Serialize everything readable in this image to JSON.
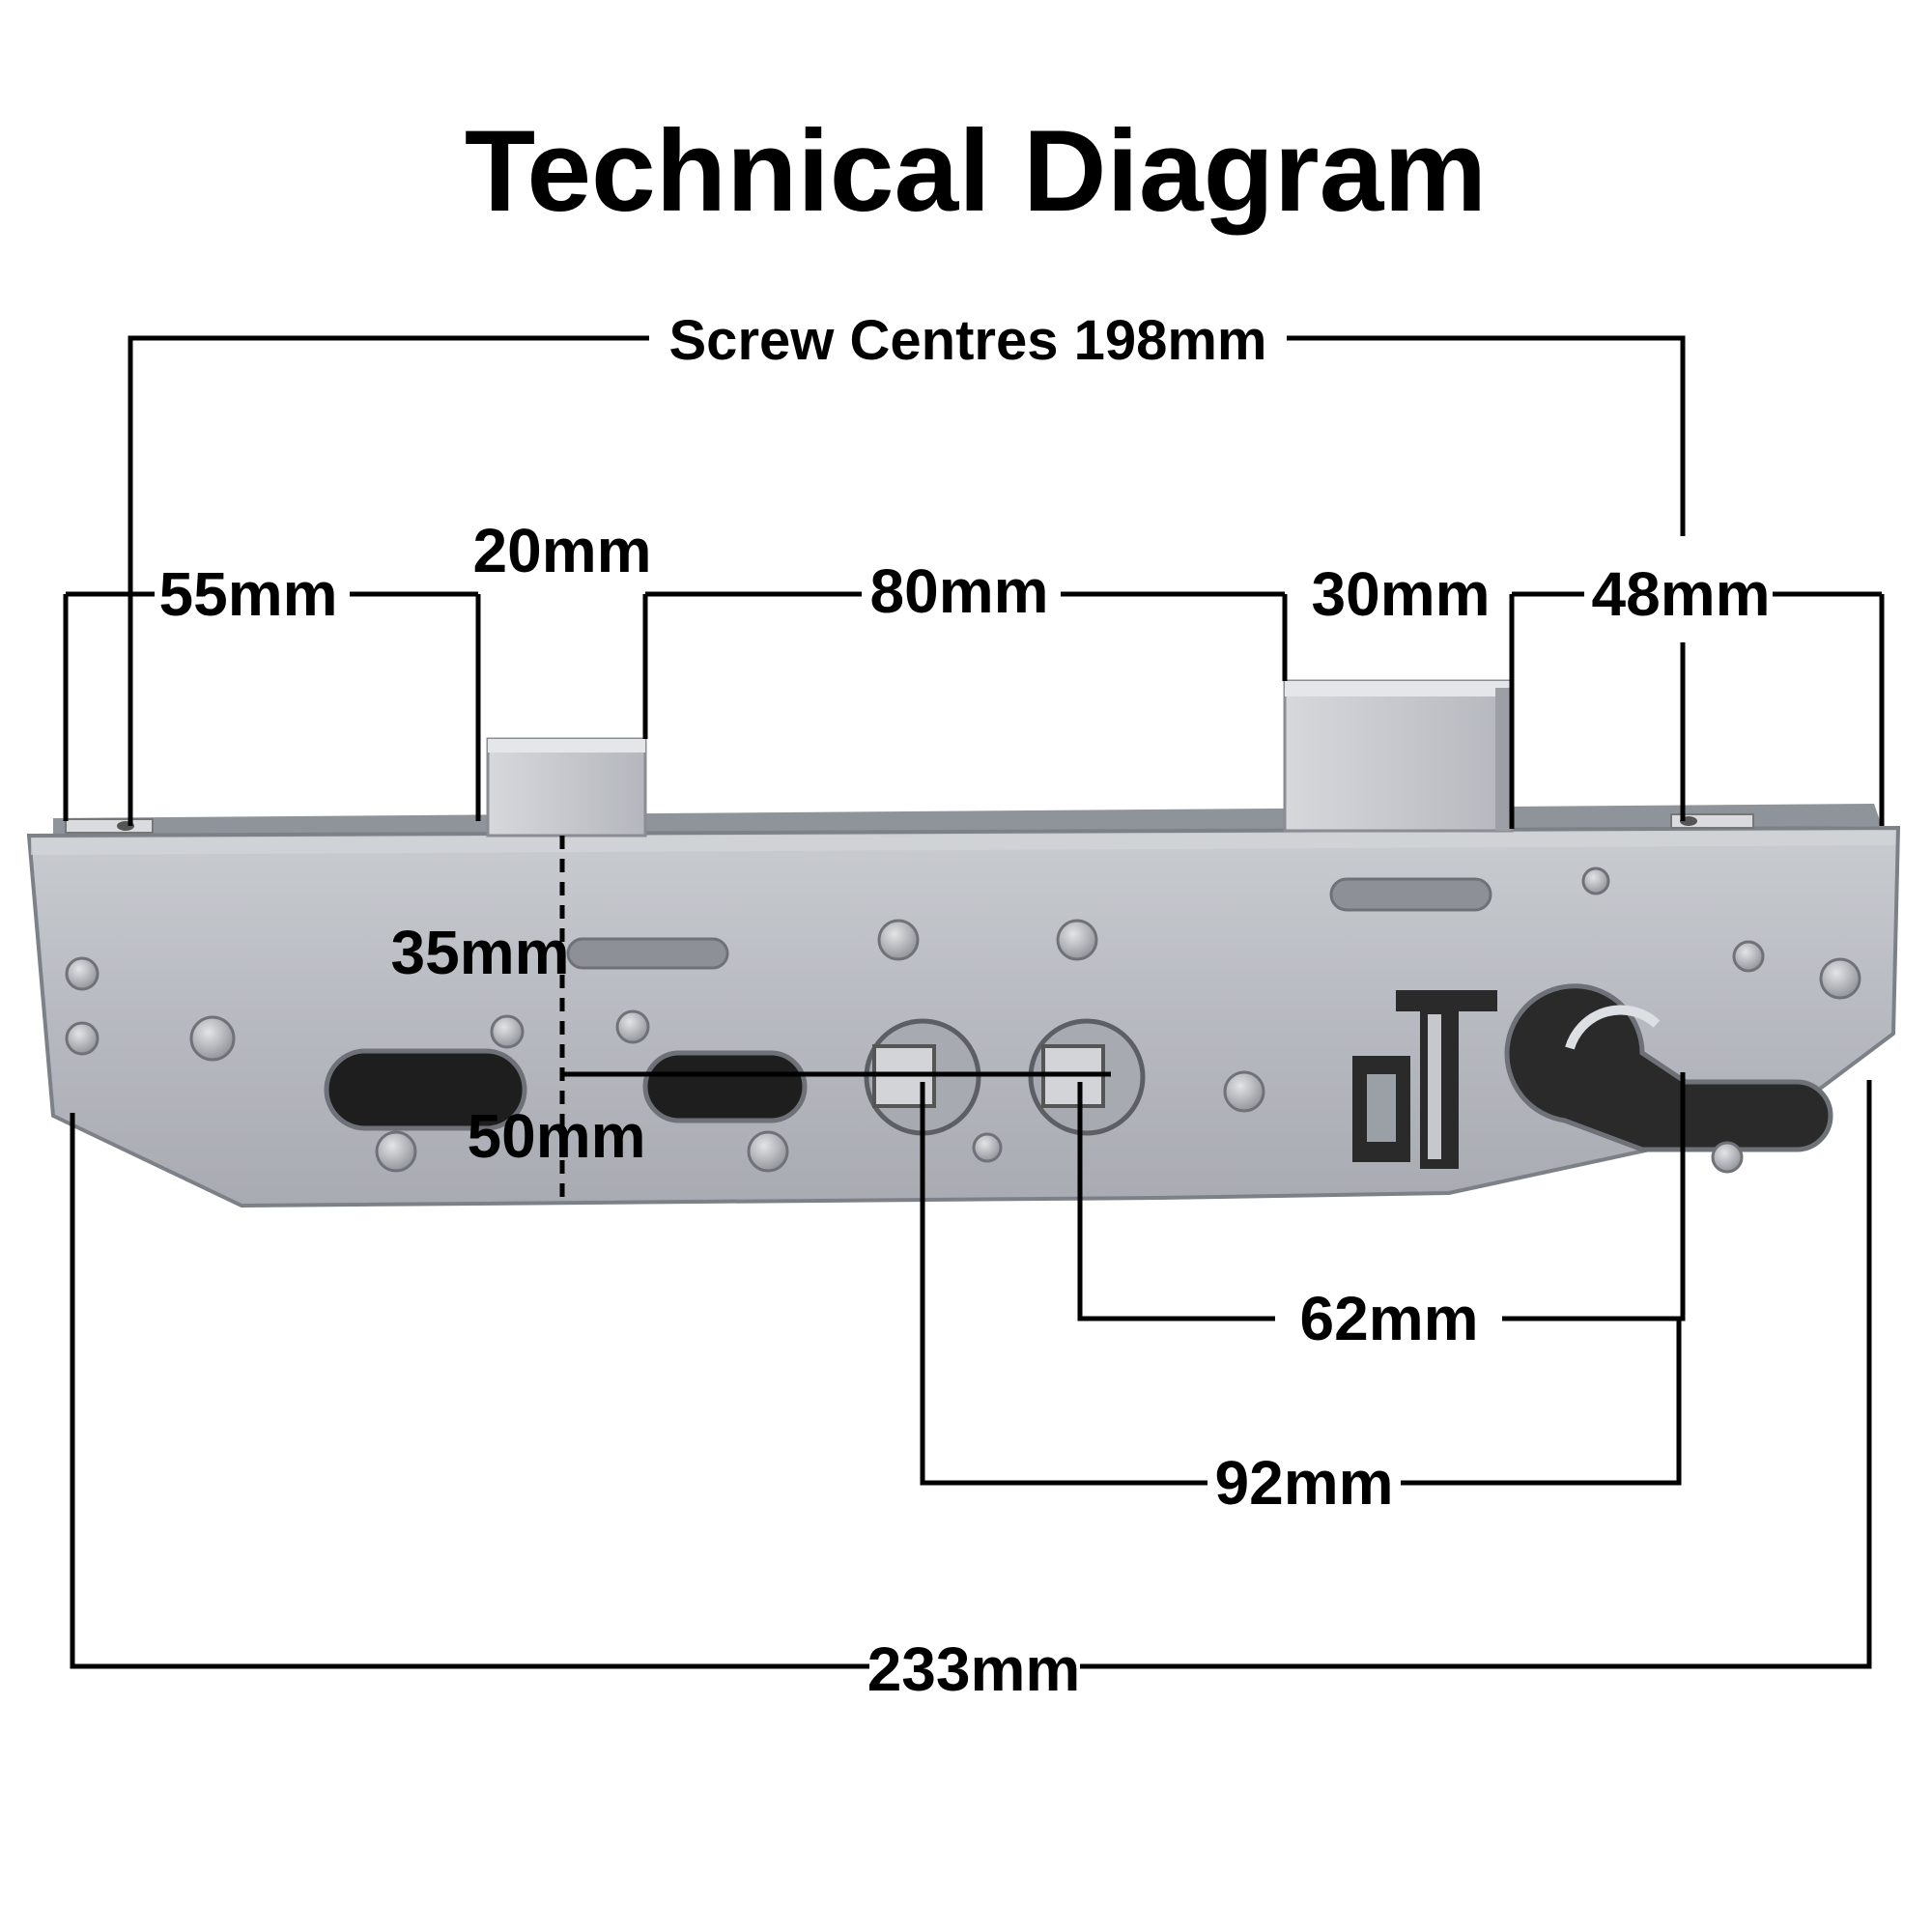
{
  "title": "Technical Diagram",
  "dimensions": {
    "screw_centres": "Screw Centres 198mm",
    "a_55": "55mm",
    "b_20": "20mm",
    "c_80": "80mm",
    "d_30": "30mm",
    "e_48": "48mm",
    "f_35": "35mm",
    "g_50": "50mm",
    "h_62": "62mm",
    "i_92": "92mm",
    "j_233": "233mm"
  },
  "colors": {
    "plate": "#b9bcc1",
    "plate_edge": "#7c8087",
    "slot": "#1e1e1e",
    "line": "#000000"
  }
}
